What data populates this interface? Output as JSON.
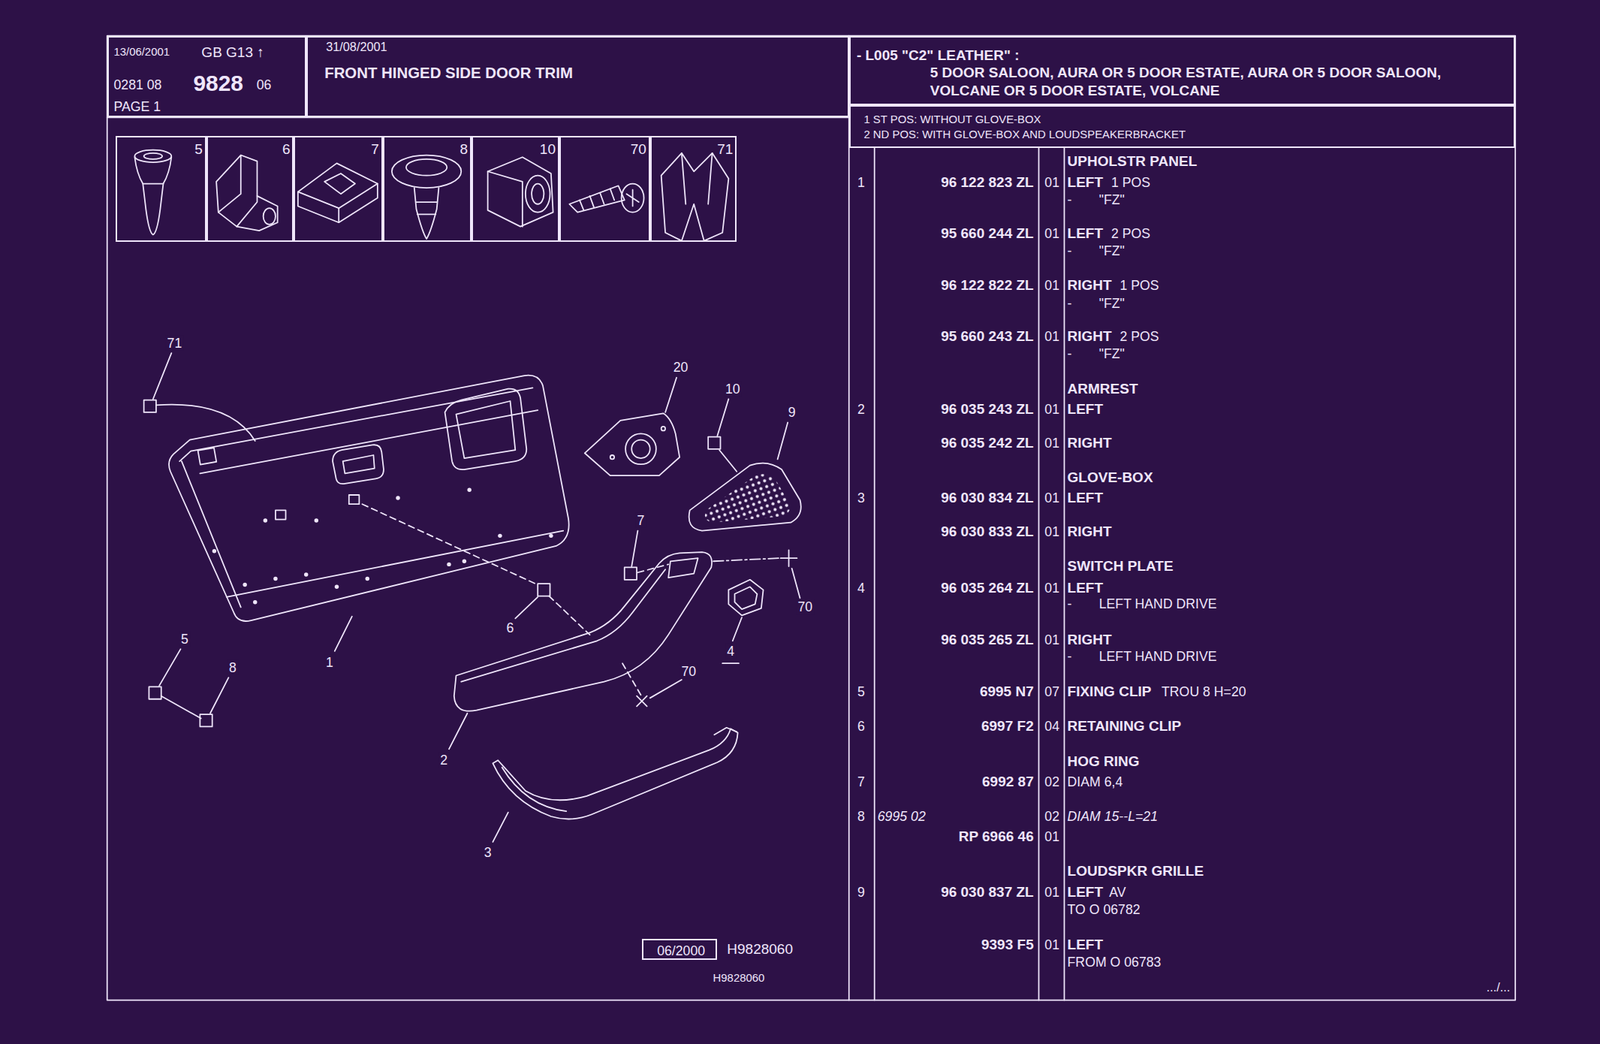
{
  "diagram": {
    "title": "FRONT HINGED SIDE DOOR TRIM",
    "nodes": [
      {
        "text": [
          "13/06/2001",
          "GB G13 ↑",
          "0281 08",
          "9828",
          "06",
          "PAGE 1"
        ]
      },
      {
        "text": [
          "31/08/2001"
        ]
      },
      {
        "text": [
          "- L005 \"C2\" LEATHER\" :",
          "5 DOOR SALOON, AURA OR 5 DOOR ESTATE, AURA OR 5 DOOR SALOON, VOLCANE OR 5 DOOR ESTATE, VOLCANE"
        ]
      },
      {
        "text": [
          "1 ST POS: WITHOUT GLOVE-BOX",
          "2 ND POS: WITH GLOVE-BOX AND LOUDSPEAKERBRACKET"
        ]
      },
      {
        "text": [
          "5"
        ]
      },
      {
        "text": [
          "6"
        ]
      },
      {
        "text": [
          "7"
        ]
      },
      {
        "text": [
          "8"
        ]
      },
      {
        "text": [
          "10"
        ]
      },
      {
        "text": [
          "70"
        ]
      },
      {
        "text": [
          "71"
        ]
      },
      {
        "text": [
          "06/2000"
        ]
      }
    ],
    "labels": [
      "71",
      "20",
      "10",
      "9",
      "7",
      "70",
      "4",
      "6",
      "5",
      "8",
      "1",
      "70",
      "2",
      "3",
      "H9828060",
      "H9828060",
      "UPHOLSTR PANEL",
      "1",
      "96 122 823 ZL",
      "01",
      "LEFT",
      "1 POS",
      "-",
      "\"FZ\"",
      "95 660 244 ZL",
      "01",
      "LEFT",
      "2 POS",
      "-",
      "\"FZ\"",
      "96 122 822 ZL",
      "01",
      "RIGHT",
      "1 POS",
      "-",
      "\"FZ\"",
      "95 660 243 ZL",
      "01",
      "RIGHT",
      "2 POS",
      "-",
      "\"FZ\"",
      "ARMREST",
      "2",
      "96 035 243 ZL",
      "01",
      "LEFT",
      "96 035 242 ZL",
      "01",
      "RIGHT",
      "GLOVE-BOX",
      "3",
      "96 030 834 ZL",
      "01",
      "LEFT",
      "96 030 833 ZL",
      "01",
      "RIGHT",
      "SWITCH PLATE",
      "4",
      "96 035 264 ZL",
      "01",
      "LEFT",
      "-",
      "LEFT HAND DRIVE",
      "96 035 265 ZL",
      "01",
      "RIGHT",
      "-",
      "LEFT HAND DRIVE",
      "5",
      "6995 N7",
      "07",
      "FIXING CLIP",
      "TROU 8 H=20",
      "6",
      "6997 F2",
      "04",
      "RETAINING CLIP",
      "HOG RING",
      "7",
      "6992 87",
      "02",
      "DIAM 6,4",
      "8",
      "6995 02",
      "02",
      "DIAM 15--L=21",
      "RP 6966 46",
      "01",
      "LOUDSPKR GRILLE",
      "9",
      "96 030 837 ZL",
      "01",
      "LEFT",
      "AV",
      "TO O 06782",
      "9393 F5",
      "01",
      "LEFT",
      "FROM O 06783",
      ".../..."
    ]
  }
}
